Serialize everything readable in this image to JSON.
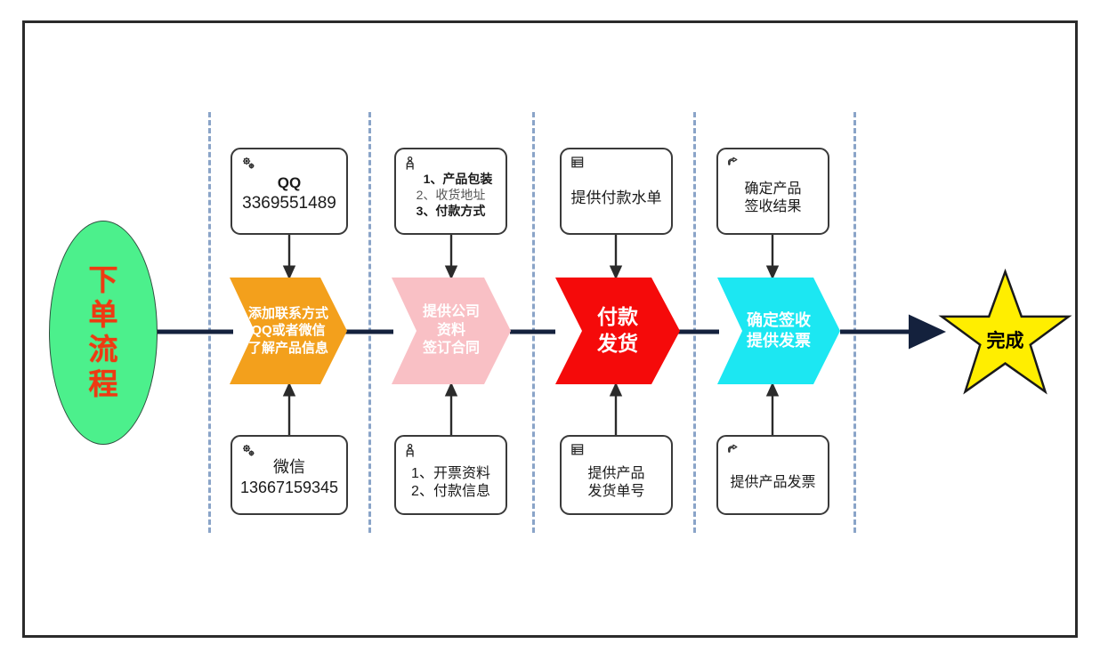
{
  "diagram": {
    "title": "下单流程",
    "start": {
      "label": "下单流程",
      "fill": "#4cf08c",
      "text_color": "#ee3a12"
    },
    "end": {
      "label": "完成",
      "fill": "#ffee00",
      "text_color": "#000000"
    },
    "connector_color": "#14213d",
    "divider_color": "#8aa4c8",
    "stages": [
      {
        "id": "stage-1",
        "chevron": {
          "lines": [
            "添加联系方式",
            "QQ或者微信",
            "了解产品信息"
          ],
          "fill": "#f3a01c",
          "text_color": "#ffffff"
        },
        "top_note": {
          "icon": "gears-icon",
          "lines": [
            "QQ",
            "3369551489"
          ]
        },
        "bottom_note": {
          "icon": "gears-icon",
          "lines": [
            "微信",
            "13667159345"
          ]
        }
      },
      {
        "id": "stage-2",
        "chevron": {
          "lines": [
            "提供公司",
            "资料",
            "签订合同"
          ],
          "fill": "#f9c0c5",
          "text_color": "#ffffff"
        },
        "top_note": {
          "icon": "person-package-icon",
          "lines": [
            "1、产品包装",
            "2、收货地址",
            "3、付款方式"
          ]
        },
        "bottom_note": {
          "icon": "person-package-icon",
          "lines": [
            "1、开票资料",
            "2、付款信息"
          ]
        }
      },
      {
        "id": "stage-3",
        "chevron": {
          "lines": [
            "付款",
            "发货"
          ],
          "fill": "#f50a0a",
          "text_color": "#ffffff"
        },
        "top_note": {
          "icon": "document-list-icon",
          "lines": [
            "提供付款水单"
          ]
        },
        "bottom_note": {
          "icon": "document-list-icon",
          "lines": [
            "提供产品",
            "发货单号"
          ]
        }
      },
      {
        "id": "stage-4",
        "chevron": {
          "lines": [
            "确定签收",
            "提供发票"
          ],
          "fill": "#1ce7f2",
          "text_color": "#ffffff"
        },
        "top_note": {
          "icon": "pointing-hand-icon",
          "lines": [
            "确定产品",
            "签收结果"
          ]
        },
        "bottom_note": {
          "icon": "pointing-hand-icon",
          "lines": [
            "提供产品发票"
          ]
        }
      }
    ]
  }
}
